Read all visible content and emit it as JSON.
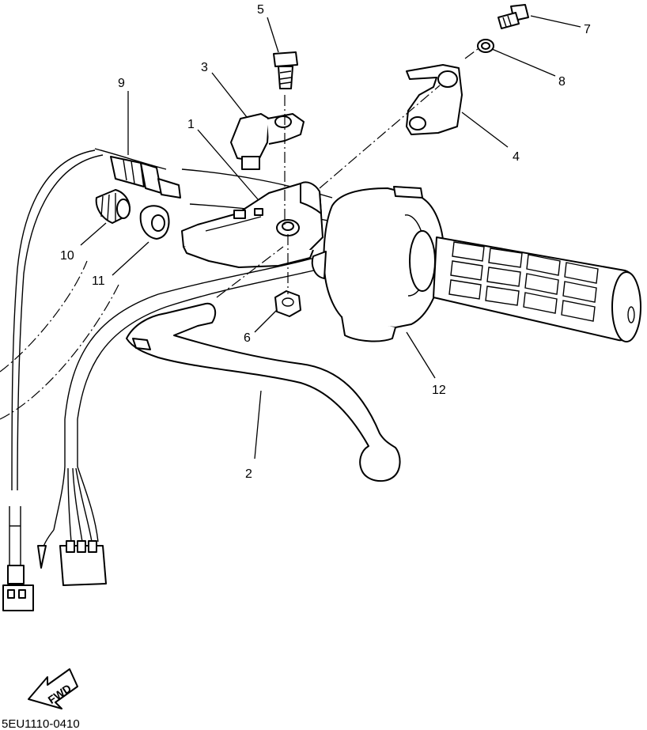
{
  "diagram": {
    "callouts": [
      "1",
      "2",
      "3",
      "4",
      "5",
      "6",
      "7",
      "8",
      "9",
      "10",
      "11",
      "12"
    ],
    "direction_label": "FWD",
    "drawing_code": "5EU1110-0410"
  }
}
